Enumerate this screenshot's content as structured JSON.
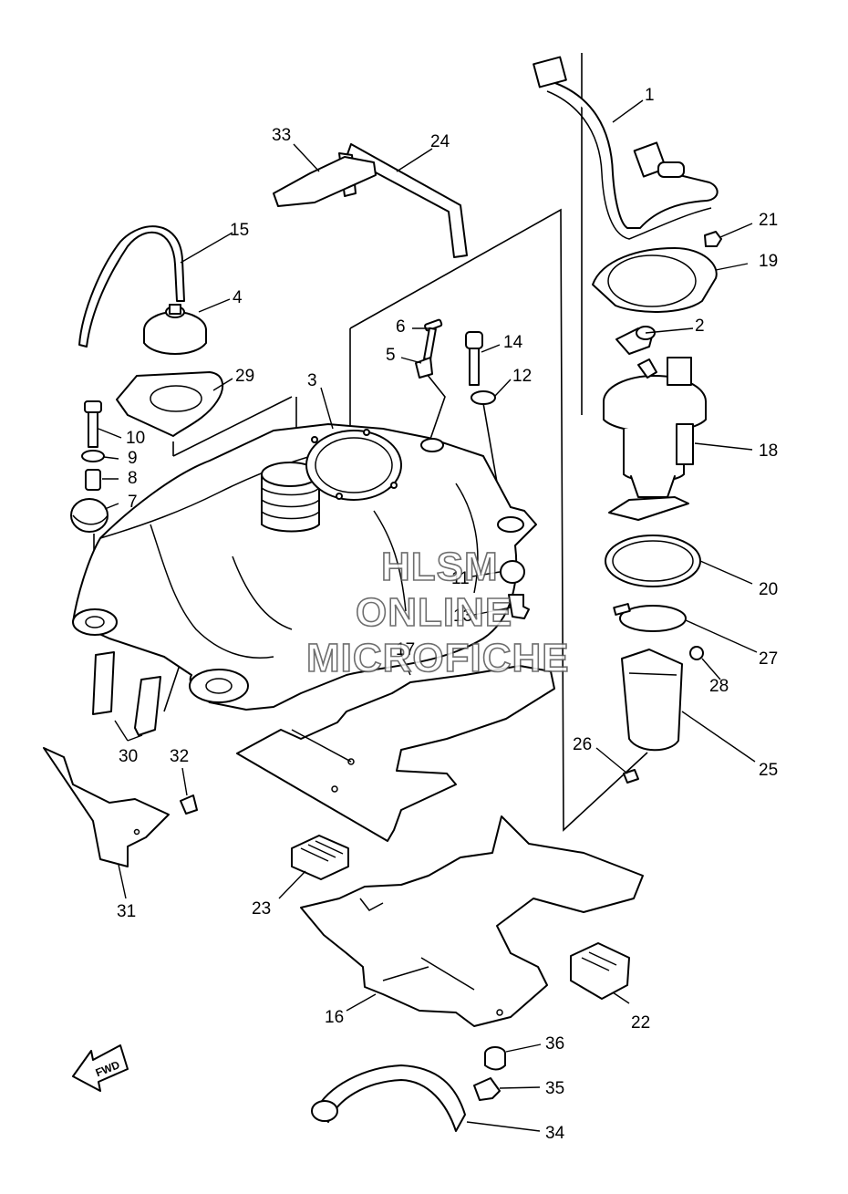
{
  "diagram": {
    "callouts": [
      "1",
      "2",
      "3",
      "4",
      "5",
      "6",
      "7",
      "8",
      "9",
      "10",
      "11",
      "12",
      "13",
      "14",
      "15",
      "16",
      "17",
      "18",
      "19",
      "20",
      "21",
      "22",
      "23",
      "24",
      "25",
      "26",
      "27",
      "28",
      "29",
      "30",
      "31",
      "32",
      "33",
      "34",
      "35",
      "36"
    ],
    "fwd_label": "FWD",
    "watermark": [
      "HLSM",
      "ONLINE",
      "MICROFICHE"
    ]
  }
}
